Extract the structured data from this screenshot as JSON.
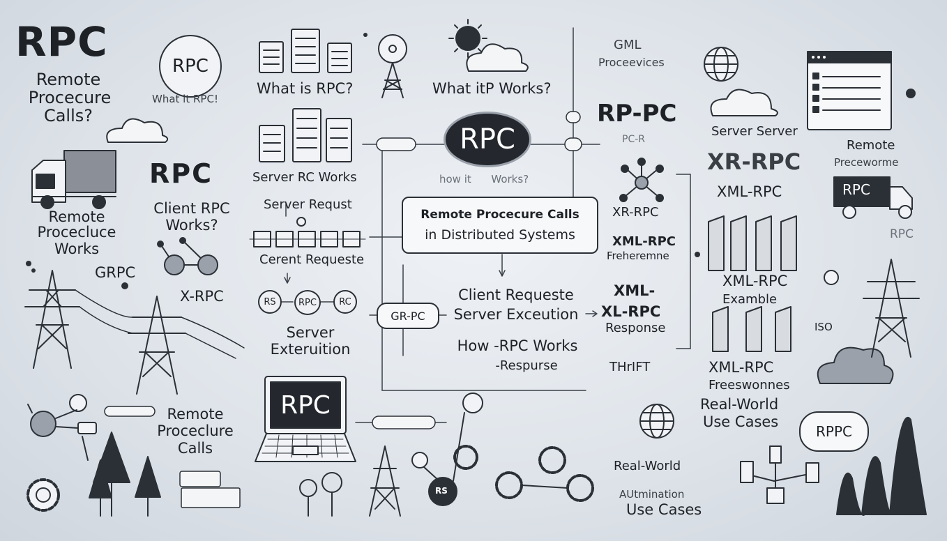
{
  "left": {
    "title": "RPC",
    "subtitle_1": "Remote",
    "subtitle_2": "Procecure",
    "subtitle_3": "Calls?",
    "circle_label": "RPC",
    "what_it": "What it RPC!",
    "rpc_mid": "RPC",
    "client_rpc_1": "Client RPC",
    "client_rpc_2": "Works?",
    "remote_works_1": "Remote",
    "remote_works_2": "Procecluce",
    "remote_works_3": "Works",
    "grpc": "GRPC",
    "xrpc": "X-RPC",
    "remote_calls_1": "Remote",
    "remote_calls_2": "Proceclure",
    "remote_calls_3": "Calls"
  },
  "center": {
    "what_is_rpc": "What is RPC?",
    "server_rc_works": "Server RC Works",
    "server_request": "Server Requst",
    "cerent_requeste": "Cerent Requeste",
    "node_rs": "RS",
    "node_rpc": "RPC",
    "node_rc": "RC",
    "server_exteruation_1": "Server",
    "server_exteruation_2": "Exteruition",
    "laptop_label": "RPC",
    "bottom_node": "RS",
    "what_it_works": "What itP Works?",
    "oval_label": "RPC",
    "how_it_works": "how it      Works?",
    "main_box_line1": "Remote Procecure Calls",
    "main_box_line2": "in Distributed Systems",
    "gr_pc": "GR-PC",
    "client_requeste": "Client Requeste",
    "server_execution": "Server Exceution",
    "how_rpc_works": "How -RPC Works",
    "respurse": "-Respurse"
  },
  "right_center": {
    "gml": "GML",
    "proceevices": "Proceevices",
    "rp_pc": "RP-PC",
    "pc_r": "PC-R",
    "xr_rpc": "XR-RPC",
    "xml_rpc": "XML-RPC",
    "freheremne": "Freheremne",
    "xml": "XML-",
    "xl_rpc": "XL-RPC",
    "response": "Response",
    "thrift": "THrIFT",
    "real_world": "Real-World",
    "autmination": "AUtmination",
    "use_cases": "Use Cases"
  },
  "right": {
    "server_server": "Server Server",
    "xr_rpc": "XR-RPC",
    "xml_rpc": "XML-RPC",
    "remote": "Remote",
    "preceworme": "Preceworme",
    "truck_label": "RPC",
    "rpc_small": "RPC",
    "xml_rpc_2": "XML-RPC",
    "examble": "Examble",
    "iso": "ISO",
    "xml_rpc_3": "XML-RPC",
    "freeswonnes": "Freeswonnes",
    "real_world": "Real-World",
    "use_cases": "Use Cases",
    "rppc": "RPPC"
  }
}
